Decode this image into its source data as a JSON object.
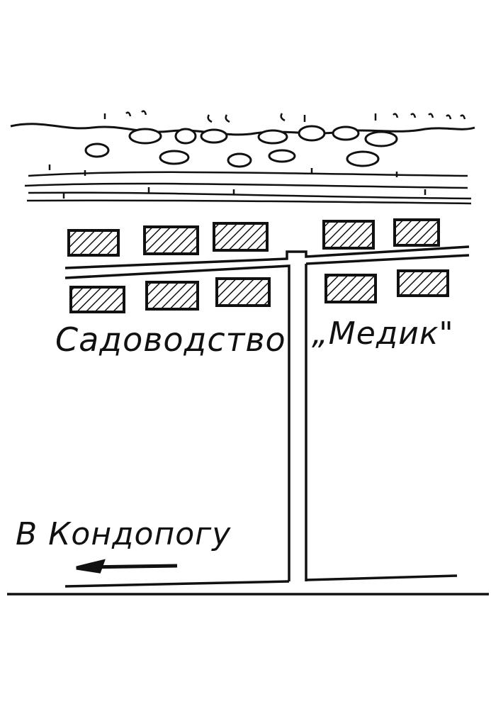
{
  "map": {
    "settlement_label": "Садоводство",
    "settlement_name": "„Медик\"",
    "direction_label": "В Кондопогу",
    "colors": {
      "ink": "#111111",
      "paper": "#ffffff"
    }
  }
}
